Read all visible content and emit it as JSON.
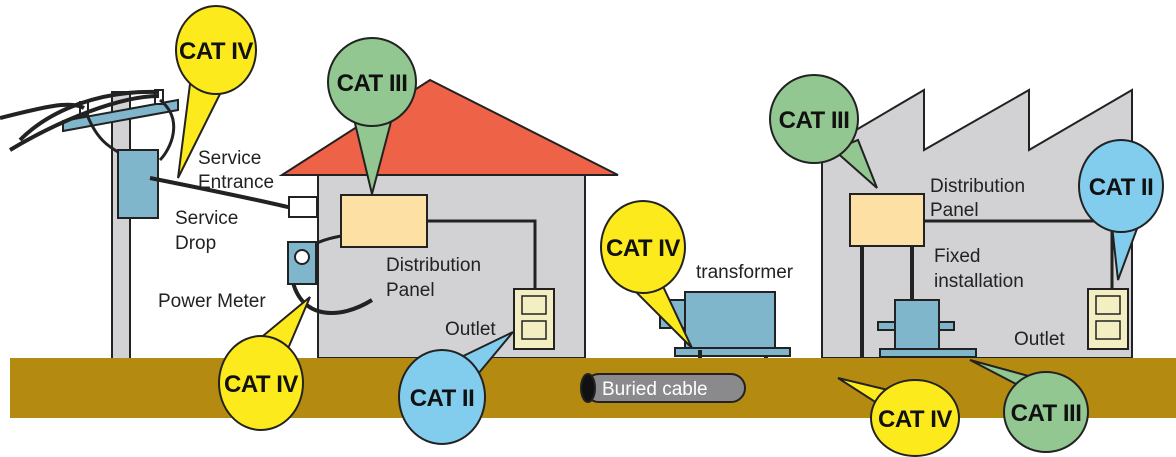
{
  "colors": {
    "ground": "#b58a10",
    "roof": "#ee6347",
    "building": "#d2d2d4",
    "panel": "#fde1a4",
    "equipment": "#7fb6cb",
    "cat_iv": "#fcea1c",
    "cat_iii": "#92c791",
    "cat_ii": "#82cdee",
    "outlet": "#f4efc3"
  },
  "labels": {
    "service_entrance_1": "Service",
    "service_entrance_2": "Entrance",
    "service_drop_1": "Service",
    "service_drop_2": "Drop",
    "power_meter": "Power Meter",
    "house_panel_1": "Distribution",
    "house_panel_2": "Panel",
    "house_outlet": "Outlet",
    "transformer": "transformer",
    "buried_cable": "Buried cable",
    "factory_panel_1": "Distribution",
    "factory_panel_2": "Panel",
    "fixed_installation_1": "Fixed",
    "fixed_installation_2": "installation",
    "factory_outlet": "Outlet"
  },
  "categories": {
    "pole": "CAT IV",
    "meter": "CAT IV",
    "house_panel": "CAT III",
    "house_outlet": "CAT II",
    "transformer": "CAT IV",
    "buried_cable": "CAT IV",
    "factory_panel": "CAT III",
    "factory_outlet": "CAT II",
    "fixed_installation": "CAT III"
  }
}
